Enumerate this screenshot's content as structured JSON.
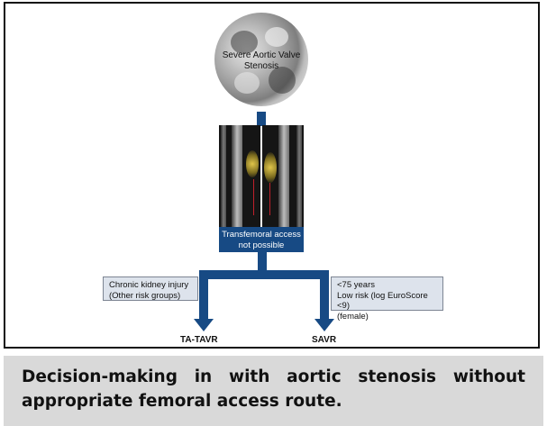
{
  "diagram": {
    "top_node": "Severe Aortic Valve Stenosis",
    "middle_node": "Transfemoral access not possible",
    "left_condition_line1": "Chronic kidney injury",
    "left_condition_line2": "(Other risk groups)",
    "right_condition_line1": "<75 years",
    "right_condition_line2": "Low risk (log EuroScore <9)",
    "right_condition_line3": "(female)",
    "left_outcome": "TA-TAVR",
    "right_outcome": "SAVR"
  },
  "caption": "Decision-making in with aortic stenosis without appropriate femoral access route.",
  "colors": {
    "flow_blue": "#174a84",
    "condition_box": "#dde3ec",
    "caption_bg": "#d9d9d9"
  }
}
